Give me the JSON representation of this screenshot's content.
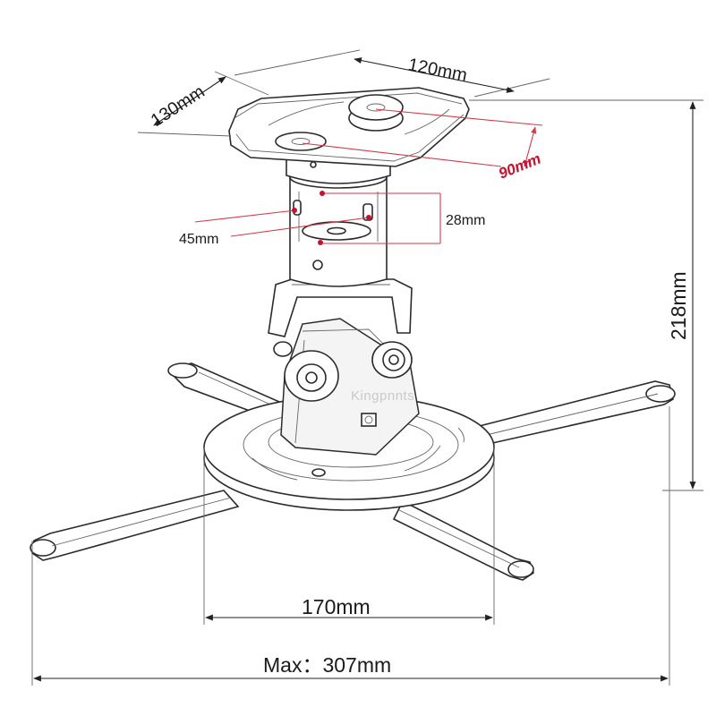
{
  "dimensions": {
    "plate_width": "120mm",
    "plate_depth": "130mm",
    "plate_hole_spacing": "90mm",
    "tube_slot_height": "28mm",
    "tube_slot_width": "45mm",
    "total_height": "218mm",
    "base_diameter": "170mm",
    "max_span": "Max：307mm"
  },
  "watermark": "Kingpnnts",
  "colors": {
    "drawing": "#2b2b2b",
    "accent_red": "#c8102e",
    "background": "#ffffff"
  }
}
